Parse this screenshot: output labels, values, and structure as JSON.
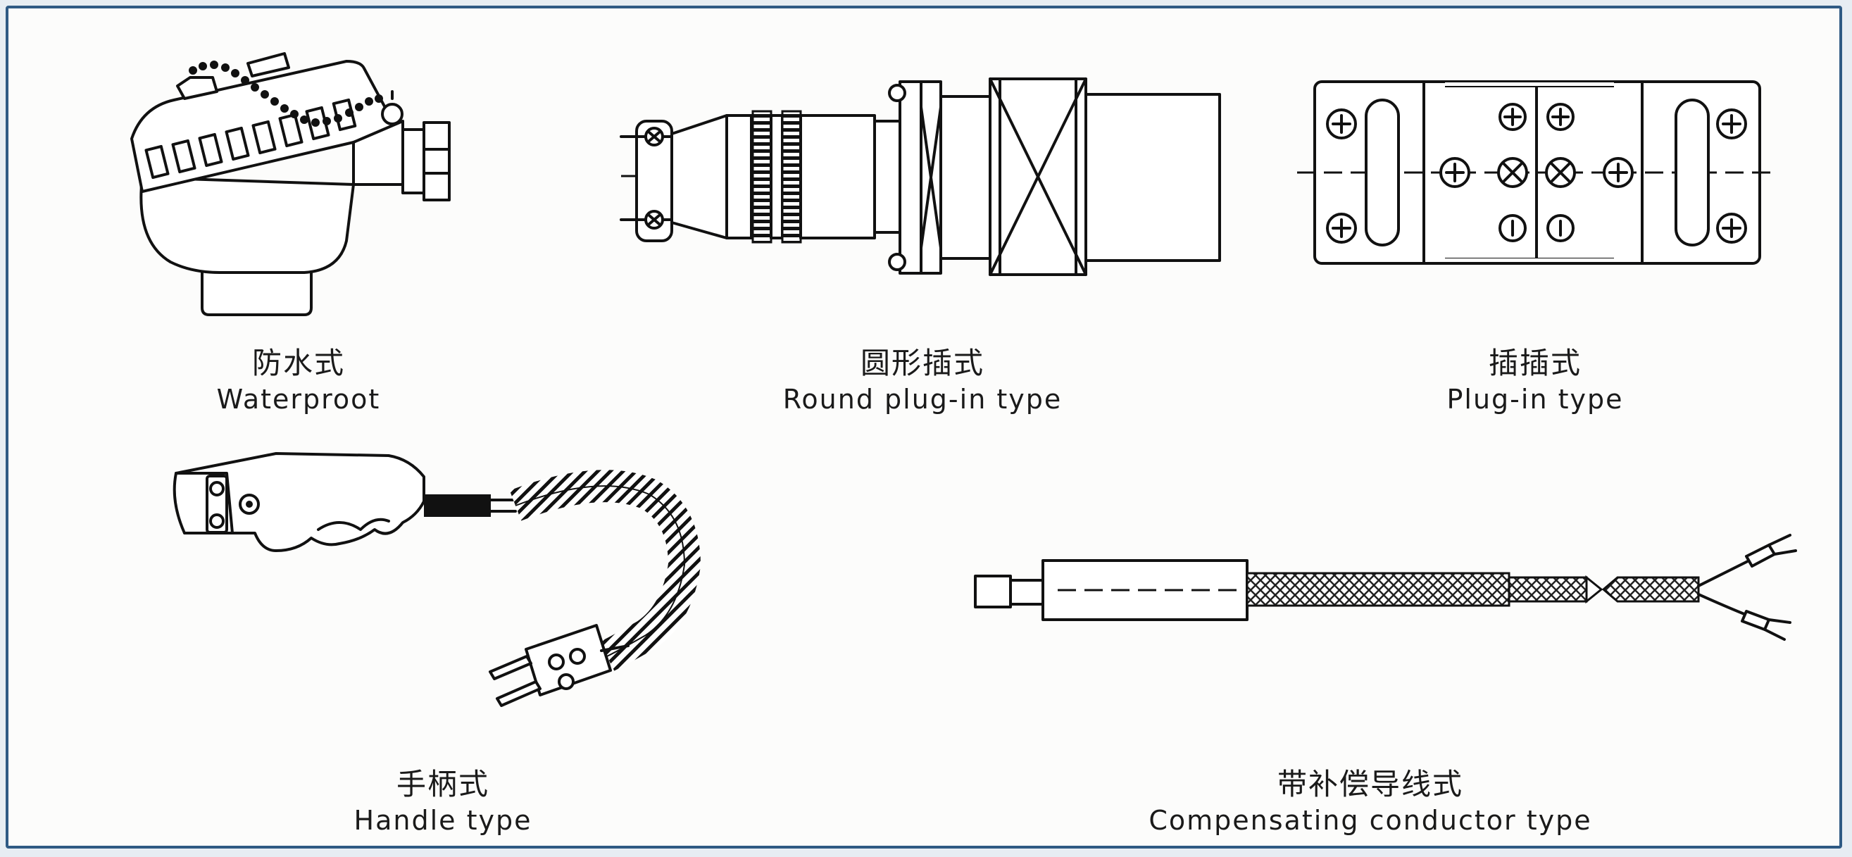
{
  "diagram": {
    "items": [
      {
        "id": "waterproof",
        "label_zh": "防水式",
        "label_en": "Waterproot"
      },
      {
        "id": "round-plug-in",
        "label_zh": "圆形插式",
        "label_en": "Round plug-in type"
      },
      {
        "id": "plug-in",
        "label_zh": "插插式",
        "label_en": "Plug-in type"
      },
      {
        "id": "handle",
        "label_zh": "手柄式",
        "label_en": "Handle type"
      },
      {
        "id": "compensating-conductor",
        "label_zh": "带补偿导线式",
        "label_en": "Compensating conductor type"
      }
    ],
    "colors": {
      "border": "#2f5a84",
      "background": "#fcfcfb",
      "line": "#111111"
    }
  }
}
